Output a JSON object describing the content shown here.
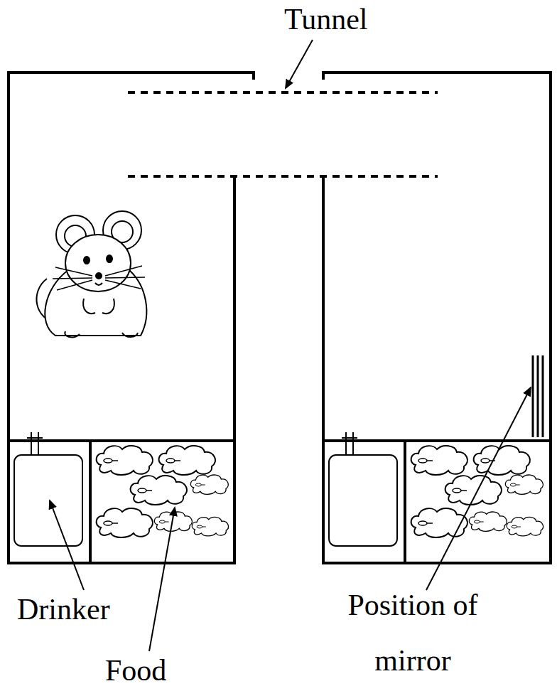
{
  "diagram": {
    "labels": [
      "Tunnel",
      "Drinker",
      "Food",
      "Position of mirror"
    ]
  }
}
